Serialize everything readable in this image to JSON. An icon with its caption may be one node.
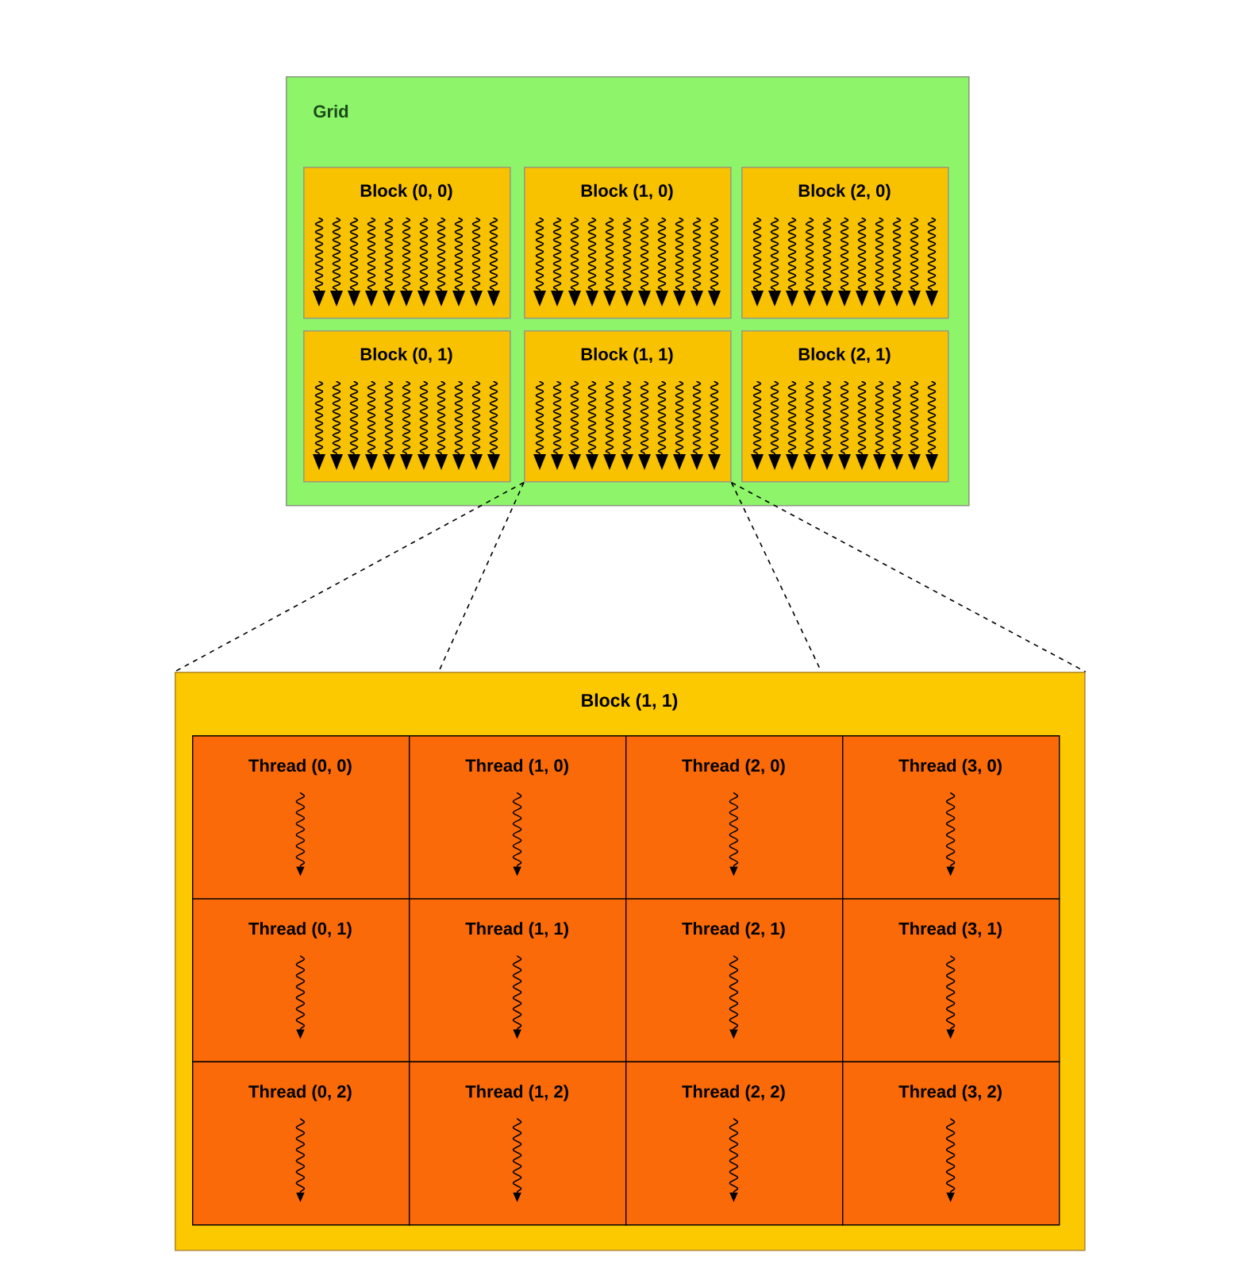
{
  "diagram": {
    "nodes": [
      {
        "text": [
          "Grid"
        ]
      },
      {
        "text": [
          "Block (0, 0)"
        ],
        "in": 0
      },
      {
        "text": [
          "Block (1, 0)"
        ],
        "in": 0
      },
      {
        "text": [
          "Block (2, 0)"
        ],
        "in": 0
      },
      {
        "text": [
          "Block (0, 1)"
        ],
        "in": 0
      },
      {
        "text": [
          "Block (1, 1)"
        ],
        "in": 0
      },
      {
        "text": [
          "Block (2, 1)"
        ],
        "in": 0
      },
      {
        "text": [
          "Block (1, 1)"
        ]
      },
      {
        "text": [
          "Thread (0, 0)"
        ],
        "in": 7
      },
      {
        "text": [
          "Thread (1, 0)"
        ],
        "in": 7
      },
      {
        "text": [
          "Thread (2, 0)"
        ],
        "in": 7
      },
      {
        "text": [
          "Thread (3, 0)"
        ],
        "in": 7
      },
      {
        "text": [
          "Thread (0, 1)"
        ],
        "in": 7
      },
      {
        "text": [
          "Thread (1, 1)"
        ],
        "in": 7
      },
      {
        "text": [
          "Thread (2, 1)"
        ],
        "in": 7
      },
      {
        "text": [
          "Thread (3, 1)"
        ],
        "in": 7
      },
      {
        "text": [
          "Thread (0, 2)"
        ],
        "in": 7
      },
      {
        "text": [
          "Thread (1, 2)"
        ],
        "in": 7
      },
      {
        "text": [
          "Thread (2, 2)"
        ],
        "in": 7
      },
      {
        "text": [
          "Thread (3, 2)"
        ],
        "in": 7
      }
    ],
    "edges": [
      {
        "from": 5,
        "to": 7,
        "arrow": "none",
        "style": "dashed"
      },
      {
        "from": 5,
        "to": 7,
        "arrow": "none",
        "style": "dashed"
      },
      {
        "from": 5,
        "to": 7,
        "arrow": "none",
        "style": "dashed"
      },
      {
        "from": 5,
        "to": 7,
        "arrow": "none",
        "style": "dashed"
      }
    ]
  }
}
